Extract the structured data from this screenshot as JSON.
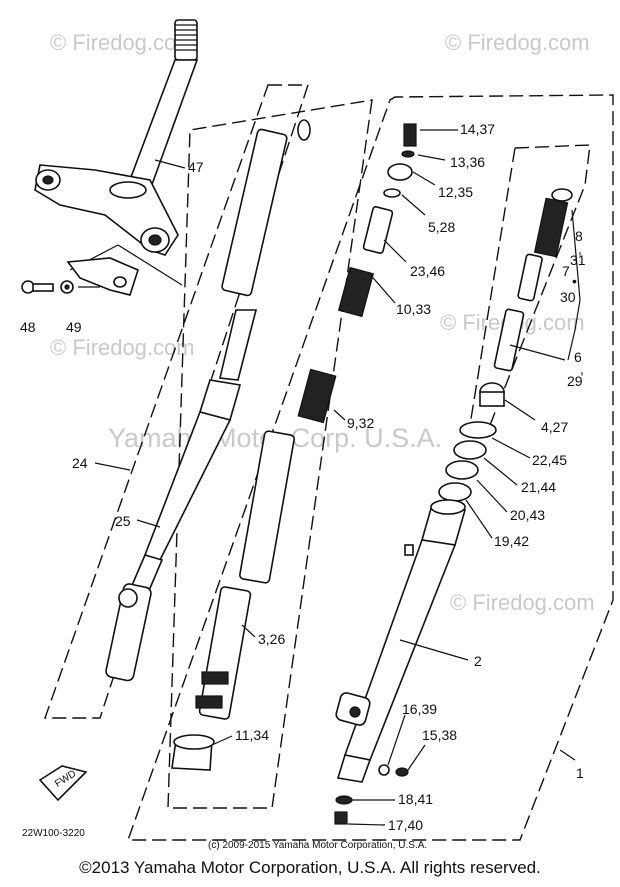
{
  "watermarks": {
    "site": "© Firedog.com",
    "corp": "Yamaha Motor Corp. U.S.A."
  },
  "callouts": {
    "c47": "47",
    "c48": "48",
    "c49": "49",
    "c24": "24",
    "c25": "25",
    "c14_37": "14,37",
    "c13_36": "13,36",
    "c12_35": "12,35",
    "c5_28": "5,28",
    "c23_46": "23,46",
    "c10_33": "10,33",
    "c9_32": "9,32",
    "c3_26": "3,26",
    "c11_34": "11,34",
    "c8": "8",
    "c8_comma": ",",
    "c31": "31",
    "c7": "7",
    "c7_dot": "•",
    "c30": "30",
    "c6": "6",
    "c6_comma": ",",
    "c29": "29",
    "c4_27": "4,27",
    "c22_45": "22,45",
    "c21_44": "21,44",
    "c20_43": "20,43",
    "c19_42": "19,42",
    "c2": "2",
    "c16_39": "16,39",
    "c15_38": "15,38",
    "c18_41": "18,41",
    "c17_40": "17,40",
    "c1": "1"
  },
  "fwd_label": "FWD",
  "drawing_code": "22W100-3220",
  "inner_copyright": "(c) 2009-2015 Yamaha Motor Corporation, U.S.A.",
  "footer": "©2013 Yamaha Motor Corporation, U.S.A. All rights reserved."
}
